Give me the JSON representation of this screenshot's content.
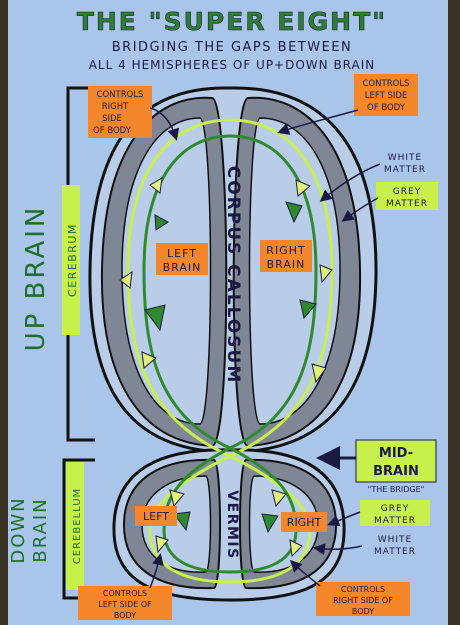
{
  "title": "THE \"SUPER EIGHT\"",
  "subtitle_line1": "BRIDGING THE GAPS BETWEEN",
  "subtitle_line2": "ALL 4 HEMISPHERES OF UP+DOWN BRAIN",
  "labels": {
    "up_brain": "UP BRAIN",
    "cerebrum": "CEREBRUM",
    "down_brain_1": "DOWN",
    "down_brain_2": "BRAIN",
    "cerebellum": "CEREBELLUM",
    "corpus_callosum": "CORPUS CALLOSUM",
    "vermis": "VERMIS",
    "left_brain_1": "LEFT",
    "left_brain_2": "BRAIN",
    "right_brain_1": "RIGHT",
    "right_brain_2": "BRAIN",
    "left_lower": "LEFT",
    "right_lower": "RIGHT",
    "controls_right_top": [
      "CONTROLS",
      "RIGHT",
      "SIDE",
      "OF BODY"
    ],
    "controls_left_top": [
      "CONTROLS",
      "LEFT SIDE",
      "OF BODY"
    ],
    "white_matter_top": [
      "WHITE",
      "MATTER"
    ],
    "grey_matter_top": [
      "GREY",
      "MATTER"
    ],
    "midbrain_1": "MID-",
    "midbrain_2": "BRAIN",
    "the_bridge": "\"THE BRIDGE\"",
    "grey_matter_bottom": [
      "GREY",
      "MATTER"
    ],
    "white_matter_bottom": [
      "WHITE",
      "MATTER"
    ],
    "controls_left_bottom": [
      "CONTROLS",
      "LEFT SIDE OF",
      "BODY"
    ],
    "controls_right_bottom": [
      "CONTROLS",
      "RIGHT SIDE OF",
      "BODY"
    ]
  },
  "colors": {
    "paper": "#a9c6ea",
    "ink": "#1b1a44",
    "grey_matter": "#7f8797",
    "white_matter": "#b9cde8",
    "highlight_green": "#c7f04d",
    "dark_green": "#2f8a2f",
    "orange": "#f4862c",
    "arrow_yellow": "#dff07a"
  }
}
